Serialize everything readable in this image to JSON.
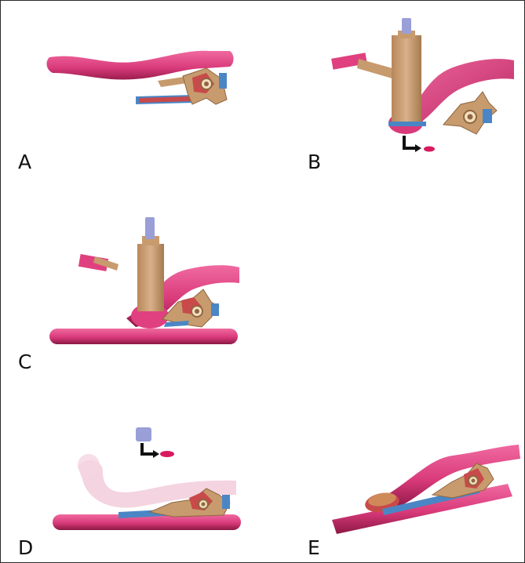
{
  "figure": {
    "panels": [
      {
        "id": "A",
        "label": "A"
      },
      {
        "id": "B",
        "label": "B"
      },
      {
        "id": "C",
        "label": "C"
      },
      {
        "id": "D",
        "label": "D"
      },
      {
        "id": "E",
        "label": "E"
      }
    ]
  },
  "colors": {
    "vessel": "#e0407f",
    "vessel_dark": "#8b1844",
    "vessel_faded": "#f0c6d6",
    "device_tan": "#c79b6d",
    "device_tan_dark": "#8f6640",
    "device_blue": "#4a86c5",
    "device_red": "#c84a4a",
    "plunger": "#9a9fd8",
    "arrow": "#111111",
    "marker": "#d81b60"
  }
}
